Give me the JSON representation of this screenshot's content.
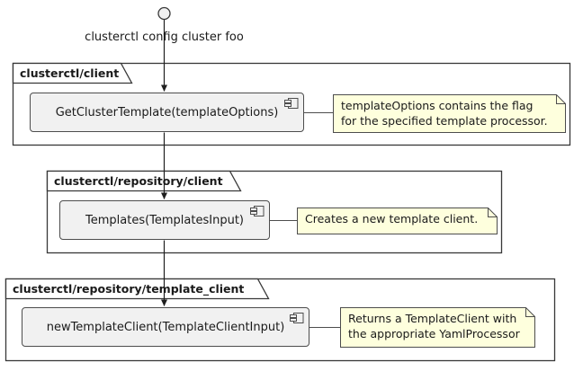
{
  "diagram": {
    "type": "plantuml-activity-diagram",
    "start_label": "clusterctl config cluster foo",
    "frames": [
      {
        "title": "clusterctl/client",
        "activity": "GetClusterTemplate(templateOptions)",
        "note": "templateOptions contains the flag\nfor the specified template processor."
      },
      {
        "title": "clusterctl/repository/client",
        "activity": "Templates(TemplatesInput)",
        "note": "Creates a new template client."
      },
      {
        "title": "clusterctl/repository/template_client",
        "activity": "newTemplateClient(TemplateClientInput)",
        "note": "Returns a TemplateClient with\nthe appropriate YamlProcessor"
      }
    ],
    "colors": {
      "background": "#FFFFFF",
      "frame_border": "#383838",
      "activity_fill": "#F1F1F1",
      "activity_border": "#4D4D4D",
      "note_fill": "#FEFFDD",
      "note_border": "#4D4D4D",
      "arrow": "#1F1F1F"
    }
  }
}
